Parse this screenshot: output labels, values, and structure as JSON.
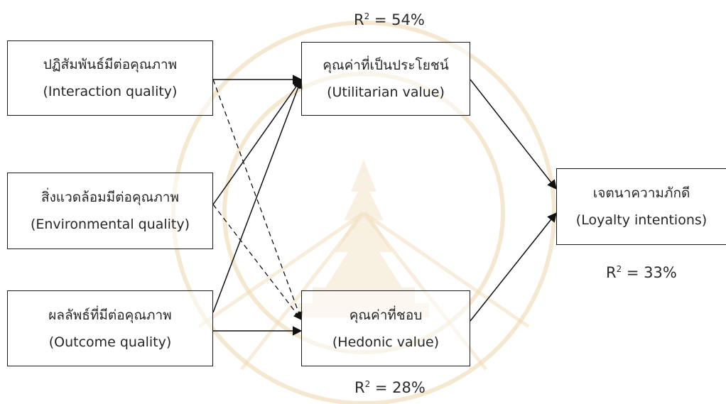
{
  "watermark": {
    "description_icon": "university-seal-watermark",
    "color": "#e8cfa0"
  },
  "nodes": {
    "interaction": {
      "thai": "ปฏิสัมพันธ์มีต่อคุณภาพ",
      "english": "(Interaction quality)"
    },
    "environment": {
      "thai": "สิ่งแวดล้อมมีต่อคุณภาพ",
      "english": "(Environmental quality)"
    },
    "outcome": {
      "thai": "ผลลัพธ์ที่มีต่อคุณภาพ",
      "english": "(Outcome quality)"
    },
    "utilitarian": {
      "thai": "คุณค่าที่เป็นประโยชน์",
      "english": "(Utilitarian value)"
    },
    "hedonic": {
      "thai": "คุณค่าที่ชอบ",
      "english": "(Hedonic value)"
    },
    "loyalty": {
      "thai": "เจตนาความภักดี",
      "english": "(Loyalty intentions)"
    }
  },
  "r_squared": {
    "utilitarian": {
      "prefix": "R",
      "exp": "2",
      "value": " = 54%"
    },
    "loyalty": {
      "prefix": "R",
      "exp": "2",
      "value": " = 33%"
    },
    "hedonic": {
      "prefix": "R",
      "exp": "2",
      "value": " = 28%"
    }
  },
  "paths": [
    {
      "from": "interaction",
      "to": "utilitarian",
      "style": "solid"
    },
    {
      "from": "interaction",
      "to": "hedonic",
      "style": "dashed"
    },
    {
      "from": "environment",
      "to": "utilitarian",
      "style": "solid"
    },
    {
      "from": "environment",
      "to": "hedonic",
      "style": "dashed"
    },
    {
      "from": "outcome",
      "to": "utilitarian",
      "style": "solid"
    },
    {
      "from": "outcome",
      "to": "hedonic",
      "style": "solid"
    },
    {
      "from": "utilitarian",
      "to": "loyalty",
      "style": "solid"
    },
    {
      "from": "hedonic",
      "to": "loyalty",
      "style": "solid"
    }
  ]
}
